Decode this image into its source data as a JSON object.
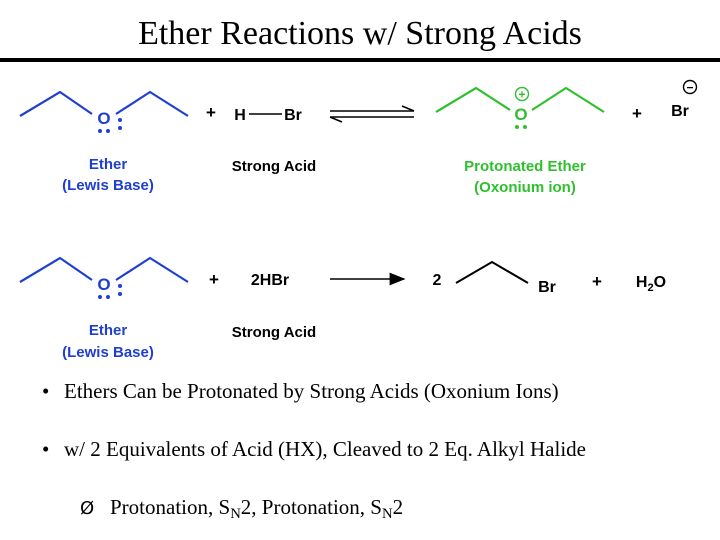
{
  "title": "Ether Reactions w/ Strong Acids",
  "colors": {
    "blue": "#1f3fd1",
    "green": "#2fbf2f",
    "black": "#000000"
  },
  "reaction1": {
    "reagent": "H",
    "reagent_atom": "Br",
    "plus": "+",
    "ether_label": [
      "Ether",
      "(Lewis Base)"
    ],
    "acid_label": "Strong Acid",
    "product_label": [
      "Protonated Ether",
      "(Oxonium ion)"
    ],
    "oxygen": "O",
    "positive_charge": "+",
    "bromide": "Br",
    "negative_charge": "−"
  },
  "reaction2": {
    "reagent": "2HBr",
    "plus": "+",
    "coefficient": "2",
    "product_atom": "Br",
    "water": {
      "main": "H",
      "sub": "2",
      "tail": "O"
    },
    "ether_label": [
      "Ether",
      "(Lewis Base)"
    ],
    "acid_label": "Strong Acid",
    "oxygen": "O"
  },
  "bullets": [
    {
      "marker": "•",
      "text": "Ethers Can be Protonated by Strong Acids (Oxonium Ions)"
    },
    {
      "marker": "•",
      "text": "w/ 2 Equivalents of Acid (HX), Cleaved to 2 Eq. Alkyl Halide"
    }
  ],
  "subbullet": {
    "marker": "Ø",
    "parts": [
      "Protonation, S",
      "N",
      "2, Protonation, S",
      "N",
      "2"
    ]
  }
}
